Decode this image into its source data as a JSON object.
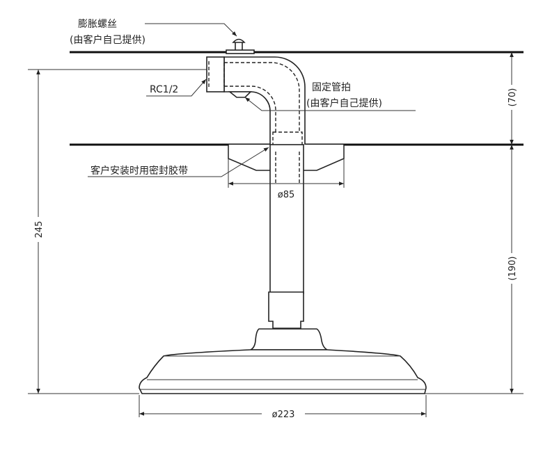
{
  "labels": {
    "expansion_screw": "膨胀螺丝",
    "expansion_screw_note": "(由客户自己提供)",
    "thread": "RC1/2",
    "pipe_clamp": "固定管拍",
    "pipe_clamp_note": "(由客户自己提供)",
    "sealing_tape": "客户安装时用密封胶带"
  },
  "dimensions": {
    "canopy_diameter": "ø85",
    "head_diameter": "ø223",
    "total_height": "245",
    "ceiling_gap": "(70)",
    "drop_height": "(190)"
  }
}
